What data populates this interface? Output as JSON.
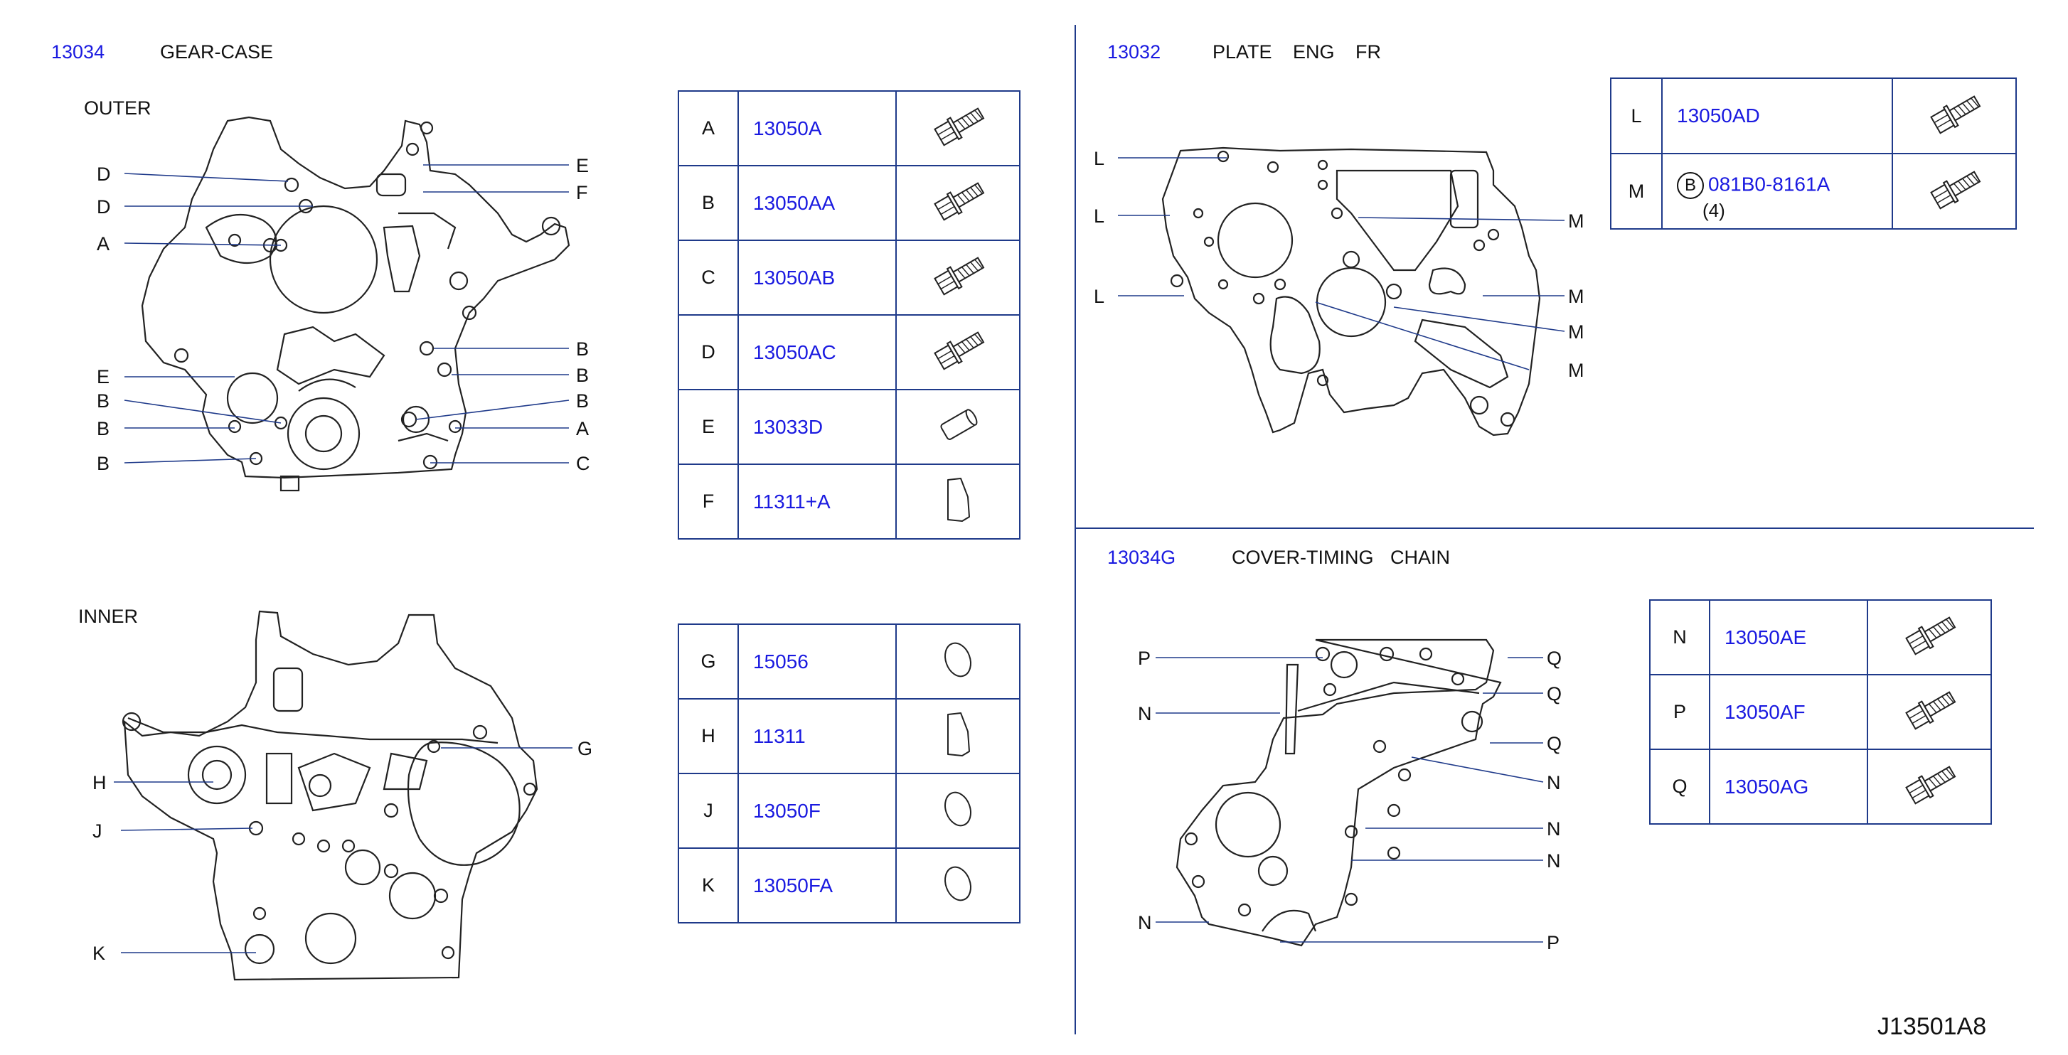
{
  "sections": {
    "gear_case": {
      "number": "13034",
      "name": "GEAR-CASE",
      "outer_label": "OUTER",
      "inner_label": "INNER"
    },
    "plate": {
      "number": "13032",
      "name": "PLATE ENG FR"
    },
    "cover": {
      "number": "13034G",
      "name": "COVER-TIMING CHAIN"
    }
  },
  "tables": {
    "outer_parts": [
      {
        "key": "A",
        "code": "13050A",
        "icon": "bolt-icon"
      },
      {
        "key": "B",
        "code": "13050AA",
        "icon": "bolt-icon"
      },
      {
        "key": "C",
        "code": "13050AB",
        "icon": "bolt-icon"
      },
      {
        "key": "D",
        "code": "13050AC",
        "icon": "bolt-icon"
      },
      {
        "key": "E",
        "code": "13033D",
        "icon": "dowel-pin-icon"
      },
      {
        "key": "F",
        "code": "11311+A",
        "icon": "gasket-icon"
      }
    ],
    "inner_parts": [
      {
        "key": "G",
        "code": "15056",
        "icon": "o-ring-icon"
      },
      {
        "key": "H",
        "code": "11311",
        "icon": "gasket-icon"
      },
      {
        "key": "J",
        "code": "13050F",
        "icon": "o-ring-icon"
      },
      {
        "key": "K",
        "code": "13050FA",
        "icon": "o-ring-icon"
      }
    ],
    "plate_parts": [
      {
        "key": "L",
        "code": "13050AD",
        "icon": "bolt-icon"
      },
      {
        "key": "M",
        "circle": "B",
        "code": "081B0-8161A",
        "qty": "(4)",
        "icon": "bolt-icon"
      }
    ],
    "cover_parts": [
      {
        "key": "N",
        "code": "13050AE",
        "icon": "bolt-icon"
      },
      {
        "key": "P",
        "code": "13050AF",
        "icon": "bolt-icon"
      },
      {
        "key": "Q",
        "code": "13050AG",
        "icon": "bolt-icon"
      }
    ]
  },
  "callouts": {
    "outer_left": [
      "D",
      "D",
      "A",
      "E",
      "B",
      "B",
      "B"
    ],
    "outer_right": [
      "E",
      "F",
      "B",
      "B",
      "B",
      "A",
      "C"
    ],
    "inner_left": [
      "H",
      "J",
      "K"
    ],
    "inner_right": [
      "G"
    ],
    "plate_left": [
      "L",
      "L",
      "L"
    ],
    "plate_right": [
      "M",
      "M",
      "M",
      "M"
    ],
    "cover_left": [
      "P",
      "N",
      "N"
    ],
    "cover_right": [
      "Q",
      "Q",
      "Q",
      "N",
      "N",
      "N",
      "P"
    ]
  },
  "drawing_id": "J13501A8"
}
